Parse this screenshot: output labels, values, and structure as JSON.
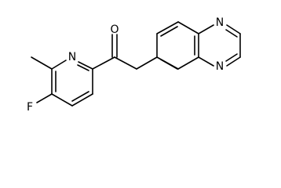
{
  "molecule": {
    "atoms": {
      "n_pyridine": "N",
      "o_carbonyl": "O",
      "f_fluoro": "F",
      "n_quinox_top": "N",
      "n_quinox_bottom": "N"
    }
  }
}
